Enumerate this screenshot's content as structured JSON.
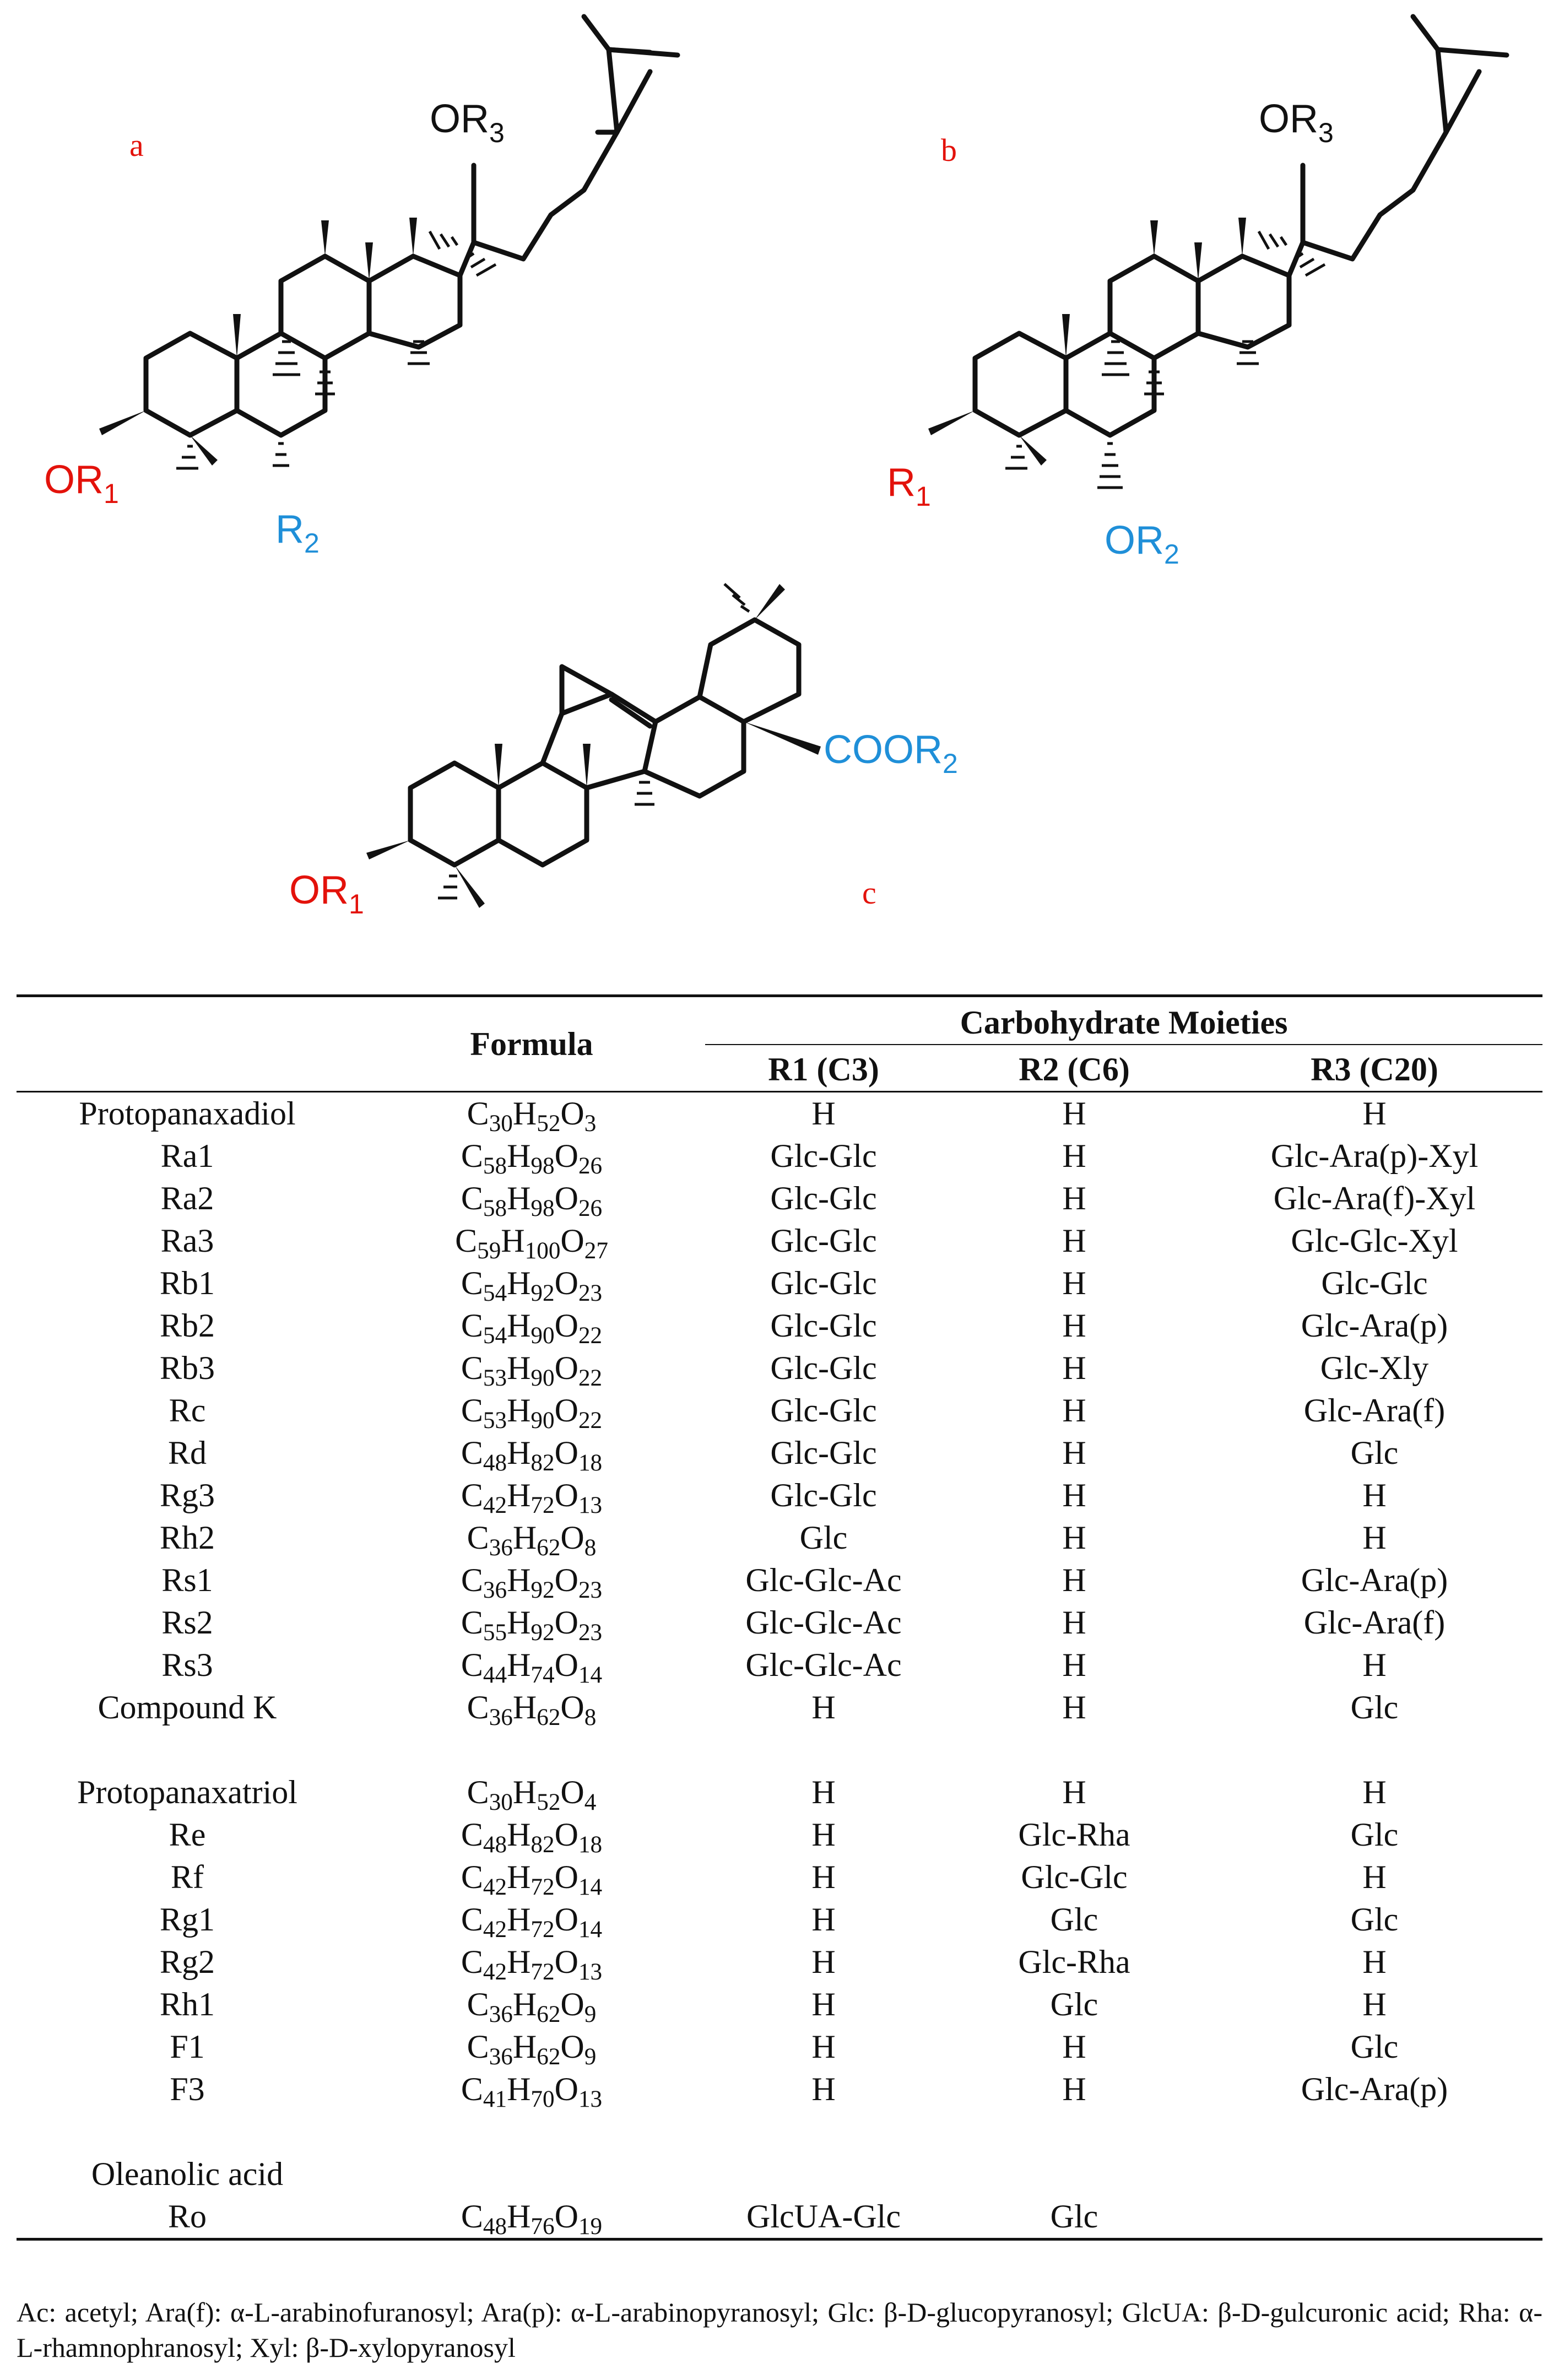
{
  "panels": {
    "a": {
      "letter": "a",
      "or1": "OR",
      "or1_sub": "1",
      "r2": "R",
      "r2_sub": "2",
      "or3": "OR",
      "or3_sub": "3"
    },
    "b": {
      "letter": "b",
      "r1": "R",
      "r1_sub": "1",
      "or2": "OR",
      "or2_sub": "2",
      "or3": "OR",
      "or3_sub": "3"
    },
    "c": {
      "letter": "c",
      "or1": "OR",
      "or1_sub": "1",
      "coor2": "COOR",
      "coor2_sub": "2"
    }
  },
  "colors": {
    "r1": "#e3120b",
    "r2": "#1f8fd8",
    "panel_letter": "#e3120b"
  },
  "table": {
    "header": {
      "formula": "Formula",
      "group": "Carbohydrate Moieties",
      "r1": "R1 (C3)",
      "r2": "R2 (C6)",
      "r3": "R3 (C20)"
    },
    "groups": [
      {
        "rows": [
          {
            "name": "Protopanaxadiol",
            "formula": [
              [
                "C",
                "30"
              ],
              [
                "H",
                "52"
              ],
              [
                "O",
                "3"
              ]
            ],
            "r1": "H",
            "r2": "H",
            "r3": "H"
          },
          {
            "name": "Ra1",
            "formula": [
              [
                "C",
                "58"
              ],
              [
                "H",
                "98"
              ],
              [
                "O",
                "26"
              ]
            ],
            "r1": "Glc-Glc",
            "r2": "H",
            "r3": "Glc-Ara(p)-Xyl"
          },
          {
            "name": "Ra2",
            "formula": [
              [
                "C",
                "58"
              ],
              [
                "H",
                "98"
              ],
              [
                "O",
                "26"
              ]
            ],
            "r1": "Glc-Glc",
            "r2": "H",
            "r3": "Glc-Ara(f)-Xyl"
          },
          {
            "name": "Ra3",
            "formula": [
              [
                "C",
                "59"
              ],
              [
                "H",
                "100"
              ],
              [
                "O",
                "27"
              ]
            ],
            "r1": "Glc-Glc",
            "r2": "H",
            "r3": "Glc-Glc-Xyl"
          },
          {
            "name": "Rb1",
            "formula": [
              [
                "C",
                "54"
              ],
              [
                "H",
                "92"
              ],
              [
                "O",
                "23"
              ]
            ],
            "r1": "Glc-Glc",
            "r2": "H",
            "r3": "Glc-Glc"
          },
          {
            "name": "Rb2",
            "formula": [
              [
                "C",
                "54"
              ],
              [
                "H",
                "90"
              ],
              [
                "O",
                "22"
              ]
            ],
            "r1": "Glc-Glc",
            "r2": "H",
            "r3": "Glc-Ara(p)"
          },
          {
            "name": "Rb3",
            "formula": [
              [
                "C",
                "53"
              ],
              [
                "H",
                "90"
              ],
              [
                "O",
                "22"
              ]
            ],
            "r1": "Glc-Glc",
            "r2": "H",
            "r3": "Glc-Xly"
          },
          {
            "name": "Rc",
            "formula": [
              [
                "C",
                "53"
              ],
              [
                "H",
                "90"
              ],
              [
                "O",
                "22"
              ]
            ],
            "r1": "Glc-Glc",
            "r2": "H",
            "r3": "Glc-Ara(f)"
          },
          {
            "name": "Rd",
            "formula": [
              [
                "C",
                "48"
              ],
              [
                "H",
                "82"
              ],
              [
                "O",
                "18"
              ]
            ],
            "r1": "Glc-Glc",
            "r2": "H",
            "r3": "Glc"
          },
          {
            "name": "Rg3",
            "formula": [
              [
                "C",
                "42"
              ],
              [
                "H",
                "72"
              ],
              [
                "O",
                "13"
              ]
            ],
            "r1": "Glc-Glc",
            "r2": "H",
            "r3": "H"
          },
          {
            "name": "Rh2",
            "formula": [
              [
                "C",
                "36"
              ],
              [
                "H",
                "62"
              ],
              [
                "O",
                "8"
              ]
            ],
            "r1": "Glc",
            "r2": "H",
            "r3": "H"
          },
          {
            "name": "Rs1",
            "formula": [
              [
                "C",
                "36"
              ],
              [
                "H",
                "92"
              ],
              [
                "O",
                "23"
              ]
            ],
            "r1": "Glc-Glc-Ac",
            "r2": "H",
            "r3": "Glc-Ara(p)"
          },
          {
            "name": "Rs2",
            "formula": [
              [
                "C",
                "55"
              ],
              [
                "H",
                "92"
              ],
              [
                "O",
                "23"
              ]
            ],
            "r1": "Glc-Glc-Ac",
            "r2": "H",
            "r3": "Glc-Ara(f)"
          },
          {
            "name": "Rs3",
            "formula": [
              [
                "C",
                "44"
              ],
              [
                "H",
                "74"
              ],
              [
                "O",
                "14"
              ]
            ],
            "r1": "Glc-Glc-Ac",
            "r2": "H",
            "r3": "H"
          },
          {
            "name": "Compound K",
            "formula": [
              [
                "C",
                "36"
              ],
              [
                "H",
                "62"
              ],
              [
                "O",
                "8"
              ]
            ],
            "r1": "H",
            "r2": "H",
            "r3": "Glc"
          }
        ]
      },
      {
        "rows": [
          {
            "name": "Protopanaxatriol",
            "formula": [
              [
                "C",
                "30"
              ],
              [
                "H",
                "52"
              ],
              [
                "O",
                "4"
              ]
            ],
            "r1": "H",
            "r2": "H",
            "r3": "H"
          },
          {
            "name": "Re",
            "formula": [
              [
                "C",
                "48"
              ],
              [
                "H",
                "82"
              ],
              [
                "O",
                "18"
              ]
            ],
            "r1": "H",
            "r2": "Glc-Rha",
            "r3": "Glc"
          },
          {
            "name": "Rf",
            "formula": [
              [
                "C",
                "42"
              ],
              [
                "H",
                "72"
              ],
              [
                "O",
                "14"
              ]
            ],
            "r1": "H",
            "r2": "Glc-Glc",
            "r3": "H"
          },
          {
            "name": "Rg1",
            "formula": [
              [
                "C",
                "42"
              ],
              [
                "H",
                "72"
              ],
              [
                "O",
                "14"
              ]
            ],
            "r1": "H",
            "r2": "Glc",
            "r3": "Glc"
          },
          {
            "name": "Rg2",
            "formula": [
              [
                "C",
                "42"
              ],
              [
                "H",
                "72"
              ],
              [
                "O",
                "13"
              ]
            ],
            "r1": "H",
            "r2": "Glc-Rha",
            "r3": "H"
          },
          {
            "name": "Rh1",
            "formula": [
              [
                "C",
                "36"
              ],
              [
                "H",
                "62"
              ],
              [
                "O",
                "9"
              ]
            ],
            "r1": "H",
            "r2": "Glc",
            "r3": "H"
          },
          {
            "name": "F1",
            "formula": [
              [
                "C",
                "36"
              ],
              [
                "H",
                "62"
              ],
              [
                "O",
                "9"
              ]
            ],
            "r1": "H",
            "r2": "H",
            "r3": "Glc"
          },
          {
            "name": "F3",
            "formula": [
              [
                "C",
                "41"
              ],
              [
                "H",
                "70"
              ],
              [
                "O",
                "13"
              ]
            ],
            "r1": "H",
            "r2": "H",
            "r3": "Glc-Ara(p)"
          }
        ]
      },
      {
        "rows": [
          {
            "name": "Oleanolic acid",
            "formula": [],
            "r1": "",
            "r2": "",
            "r3": ""
          },
          {
            "name": "Ro",
            "formula": [
              [
                "C",
                "48"
              ],
              [
                "H",
                "76"
              ],
              [
                "O",
                "19"
              ]
            ],
            "r1": "GlcUA-Glc",
            "r2": "Glc",
            "r3": ""
          }
        ]
      }
    ]
  },
  "footnote": "Ac: acetyl; Ara(f): α-L-arabinofuranosyl; Ara(p): α-L-arabinopyranosyl; Glc: β-D-glucopyranosyl; GlcUA: β-D-gulcuronic acid; Rha: α-L-rhamnophranosyl; Xyl: β-D-xylopyranosyl"
}
